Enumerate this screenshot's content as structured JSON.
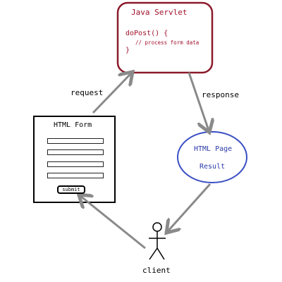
{
  "servlet": {
    "title": "Java Servlet",
    "code_line1": "doPost() {",
    "code_line2": "// process form data",
    "code_line3": "}"
  },
  "form": {
    "title": "HTML Form",
    "submit_label": "submit",
    "field_count": 4
  },
  "result": {
    "line1": "HTML Page",
    "line2": "Result"
  },
  "arrows": {
    "request_label": "request",
    "response_label": "response"
  },
  "client": {
    "label": "client"
  },
  "colors": {
    "servlet_border": "#8b1a2b",
    "servlet_text": "#a0102a",
    "result_border": "#3b4fc4",
    "result_text": "#2a3aa8",
    "arrow": "#8a8a8a"
  }
}
